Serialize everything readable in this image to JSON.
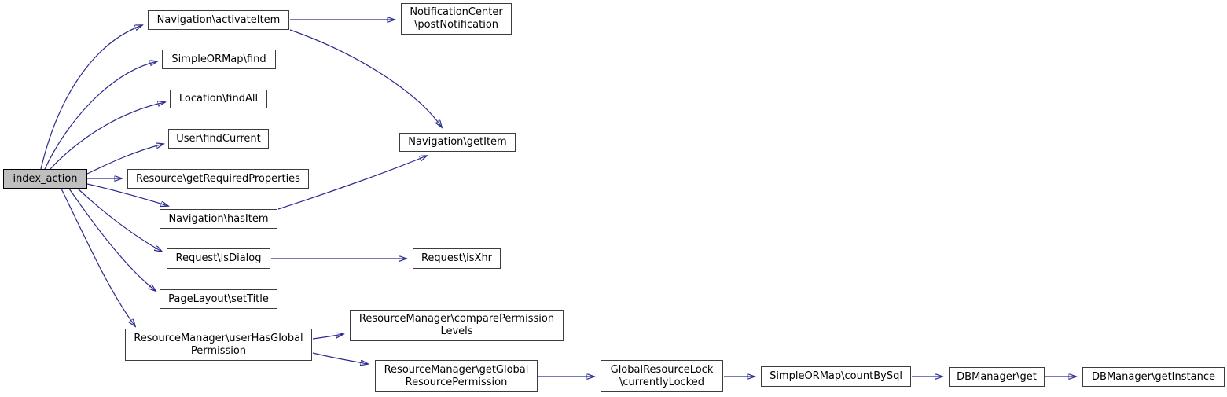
{
  "diagram": {
    "type": "call-graph",
    "root": "index_action",
    "colors": {
      "edge": "#2b2b8f",
      "node_border": "#3c3c3c",
      "root_fill": "#bfbfbf",
      "node_fill": "#ffffff",
      "text": "#000000"
    },
    "nodes": [
      {
        "id": "index_action",
        "label": "index_action"
      },
      {
        "id": "navigation_activateItem",
        "label": "Navigation\\activateItem"
      },
      {
        "id": "notificationCenter_postNotification",
        "label": "NotificationCenter\n\\postNotification"
      },
      {
        "id": "simpleORMap_find",
        "label": "SimpleORMap\\find"
      },
      {
        "id": "location_findAll",
        "label": "Location\\findAll"
      },
      {
        "id": "user_findCurrent",
        "label": "User\\findCurrent"
      },
      {
        "id": "resource_getRequiredProperties",
        "label": "Resource\\getRequiredProperties"
      },
      {
        "id": "navigation_hasItem",
        "label": "Navigation\\hasItem"
      },
      {
        "id": "navigation_getItem",
        "label": "Navigation\\getItem"
      },
      {
        "id": "request_isDialog",
        "label": "Request\\isDialog"
      },
      {
        "id": "request_isXhr",
        "label": "Request\\isXhr"
      },
      {
        "id": "pageLayout_setTitle",
        "label": "PageLayout\\setTitle"
      },
      {
        "id": "resourceManager_userHasGlobalPermission",
        "label": "ResourceManager\\userHasGlobal\nPermission"
      },
      {
        "id": "resourceManager_comparePermissionLevels",
        "label": "ResourceManager\\comparePermission\nLevels"
      },
      {
        "id": "resourceManager_getGlobalResourcePermission",
        "label": "ResourceManager\\getGlobal\nResourcePermission"
      },
      {
        "id": "globalResourceLock_currentlyLocked",
        "label": "GlobalResourceLock\n\\currentlyLocked"
      },
      {
        "id": "simpleORMap_countBySql",
        "label": "SimpleORMap\\countBySql"
      },
      {
        "id": "dbManager_get",
        "label": "DBManager\\get"
      },
      {
        "id": "dbManager_getInstance",
        "label": "DBManager\\getInstance"
      }
    ],
    "edges": [
      {
        "from": "index_action",
        "to": "navigation_activateItem"
      },
      {
        "from": "index_action",
        "to": "simpleORMap_find"
      },
      {
        "from": "index_action",
        "to": "location_findAll"
      },
      {
        "from": "index_action",
        "to": "user_findCurrent"
      },
      {
        "from": "index_action",
        "to": "resource_getRequiredProperties"
      },
      {
        "from": "index_action",
        "to": "navigation_hasItem"
      },
      {
        "from": "index_action",
        "to": "request_isDialog"
      },
      {
        "from": "index_action",
        "to": "pageLayout_setTitle"
      },
      {
        "from": "index_action",
        "to": "resourceManager_userHasGlobalPermission"
      },
      {
        "from": "navigation_activateItem",
        "to": "notificationCenter_postNotification"
      },
      {
        "from": "navigation_activateItem",
        "to": "navigation_getItem"
      },
      {
        "from": "navigation_hasItem",
        "to": "navigation_getItem"
      },
      {
        "from": "request_isDialog",
        "to": "request_isXhr"
      },
      {
        "from": "resourceManager_userHasGlobalPermission",
        "to": "resourceManager_comparePermissionLevels"
      },
      {
        "from": "resourceManager_userHasGlobalPermission",
        "to": "resourceManager_getGlobalResourcePermission"
      },
      {
        "from": "resourceManager_getGlobalResourcePermission",
        "to": "globalResourceLock_currentlyLocked"
      },
      {
        "from": "globalResourceLock_currentlyLocked",
        "to": "simpleORMap_countBySql"
      },
      {
        "from": "simpleORMap_countBySql",
        "to": "dbManager_get"
      },
      {
        "from": "dbManager_get",
        "to": "dbManager_getInstance"
      }
    ]
  }
}
